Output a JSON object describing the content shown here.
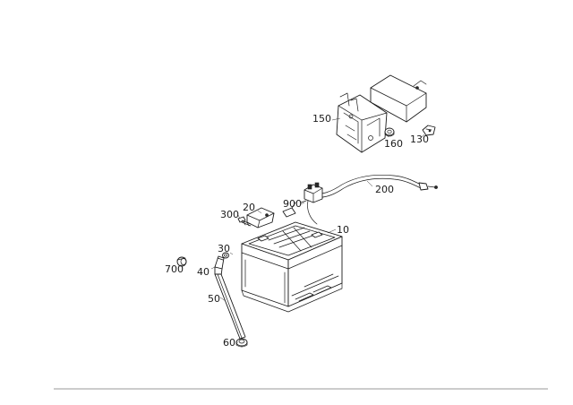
{
  "labels": {
    "p10": "10",
    "p20": "20",
    "p30": "30",
    "p40": "40",
    "p50": "50",
    "p60": "60",
    "p130": "130",
    "p150": "150",
    "p160": "160",
    "p200": "200",
    "p300": "300",
    "p700": "700",
    "p900": "900"
  },
  "colors": {
    "line": "#1a1a1a",
    "background": "#ffffff",
    "footer_rule": "#9a9a9a"
  }
}
